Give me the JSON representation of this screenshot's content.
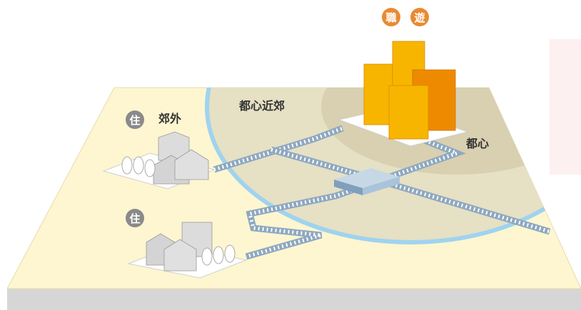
{
  "labels": {
    "suburb": "郊外",
    "inner_suburb": "都心近郊",
    "city_center": "都心",
    "residence_top": "住",
    "residence_bottom": "住",
    "work": "職",
    "play": "遊"
  },
  "colors": {
    "land": "#fdf6d0",
    "land_edge": "#e6dcae",
    "base": "#d6d6d6",
    "inner_zone": "#e6e0c4",
    "center_zone": "#d8d0b0",
    "zone_ring": "#9fd3ef",
    "track": "#8ea8c0",
    "track_ties": "#ffffff",
    "train": "#a9c4da",
    "residence_badge": "#8a8a8a",
    "work_badge": "#e98a32",
    "building_orange_light": "#f7b500",
    "building_orange_dark": "#ee8a00",
    "house_gray": "#d4d4d4"
  }
}
